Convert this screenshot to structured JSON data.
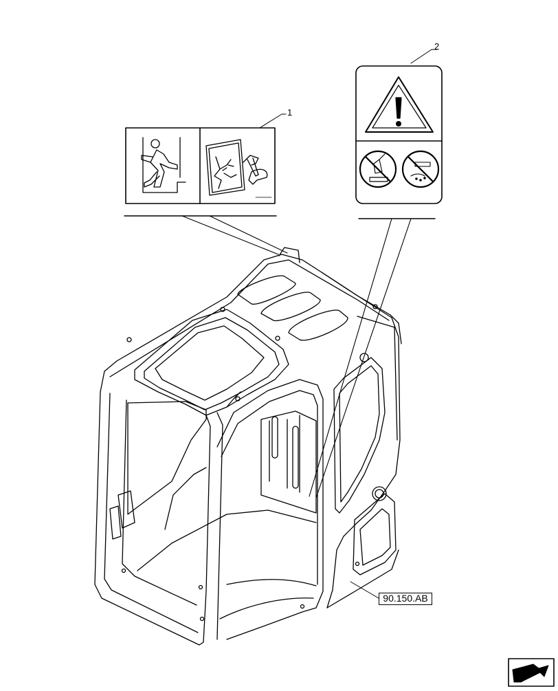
{
  "diagram": {
    "callouts": [
      {
        "id": "1"
      },
      {
        "id": "2"
      }
    ],
    "reference_code": "90.150.AB",
    "icons": {
      "decal_1": [
        "emergency-exit-icon",
        "hammer-break-glass-icon"
      ],
      "decal_2": [
        "warning-triangle-icon",
        "no-step-icon",
        "no-slip-icon"
      ],
      "navigation": "next-page-arrow-icon"
    },
    "line_color": "#000000",
    "background": "#ffffff"
  }
}
